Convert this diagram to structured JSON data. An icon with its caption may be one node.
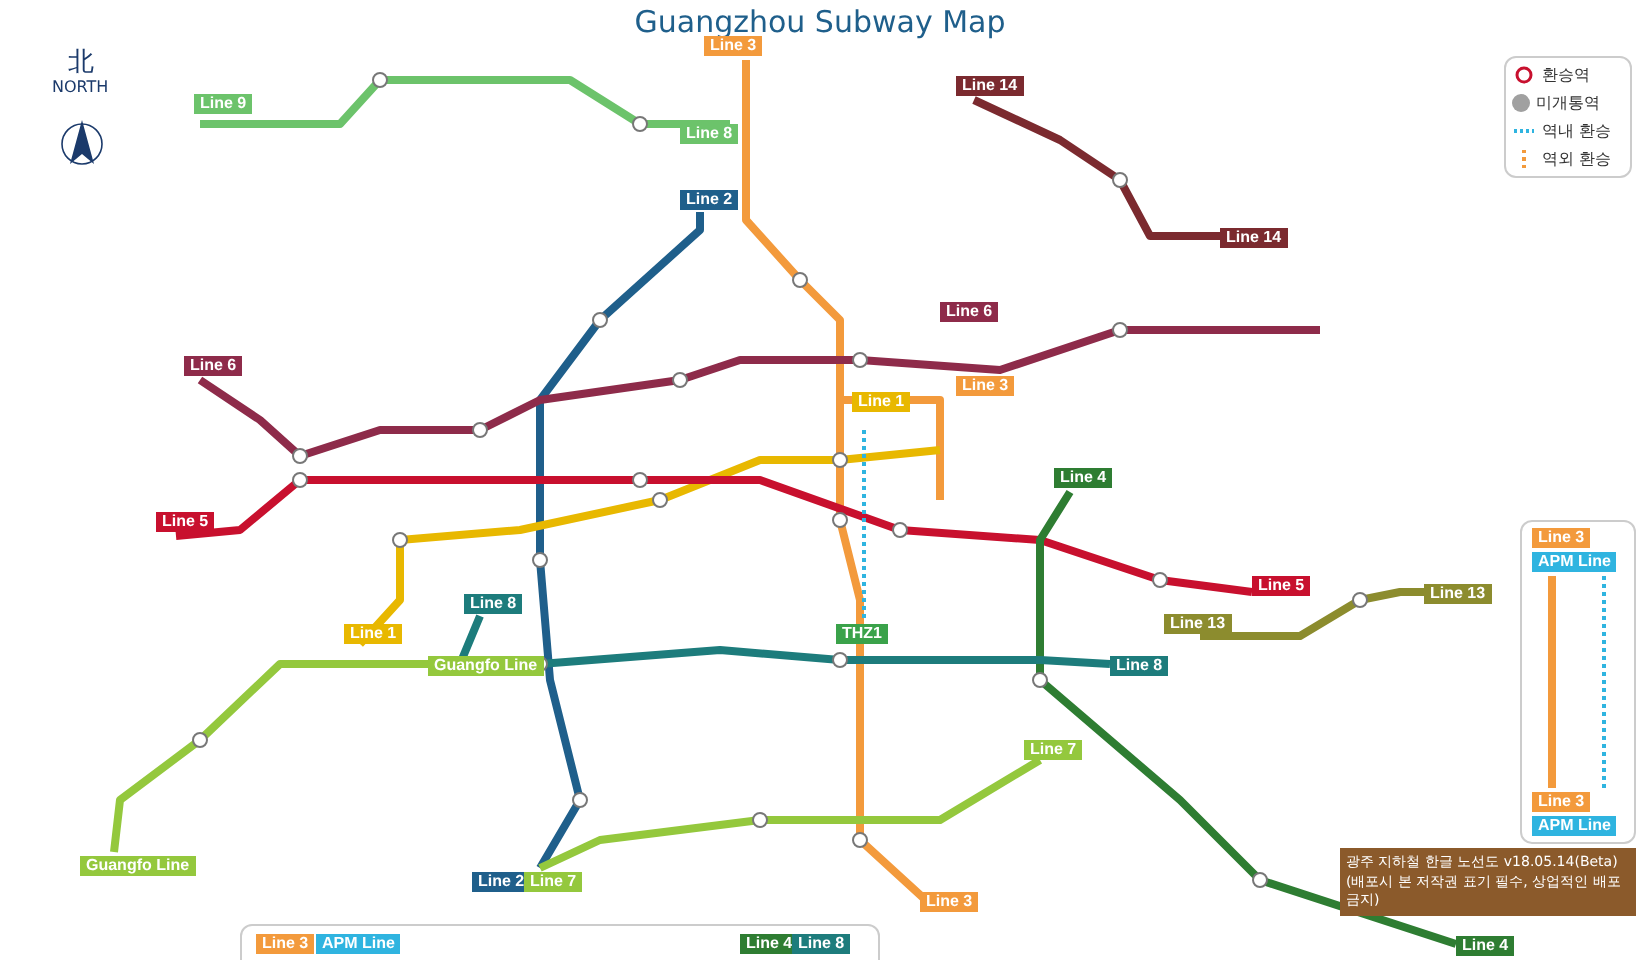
{
  "diagram": {
    "title": "Guangzhou Subway Map",
    "labels": [
      "北",
      "NORTH",
      "Line 3",
      "Line 14",
      "Line 9",
      "Line 8",
      "Line 2",
      "Line 14",
      "Line 6",
      "Line 6",
      "Line 3",
      "Line 1",
      "Line 4",
      "Line 5",
      "Line 3",
      "APM Line",
      "Line 5",
      "Line 13",
      "Line 8",
      "Line 13",
      "Line 1",
      "THZ1",
      "Guangfo Line",
      "Line 8",
      "Line 7",
      "Line 3",
      "APM Line",
      "Guangfo Line",
      "Line 2",
      "Line 7",
      "Line 3",
      "Line 3",
      "APM Line",
      "Line 4",
      "Line 8",
      "Line 4",
      "광주 지하철 한글 노선도 v18.05.14(Beta)",
      "(배포시 본 저작권 표기 필수, 상업적인 배포 금지)"
    ],
    "legend": [
      {
        "text": "환승역"
      },
      {
        "text": "미개통역",
        "color": "#a0a0a0"
      },
      {
        "text": "역내 환승"
      },
      {
        "text": "역외 환승"
      }
    ]
  }
}
